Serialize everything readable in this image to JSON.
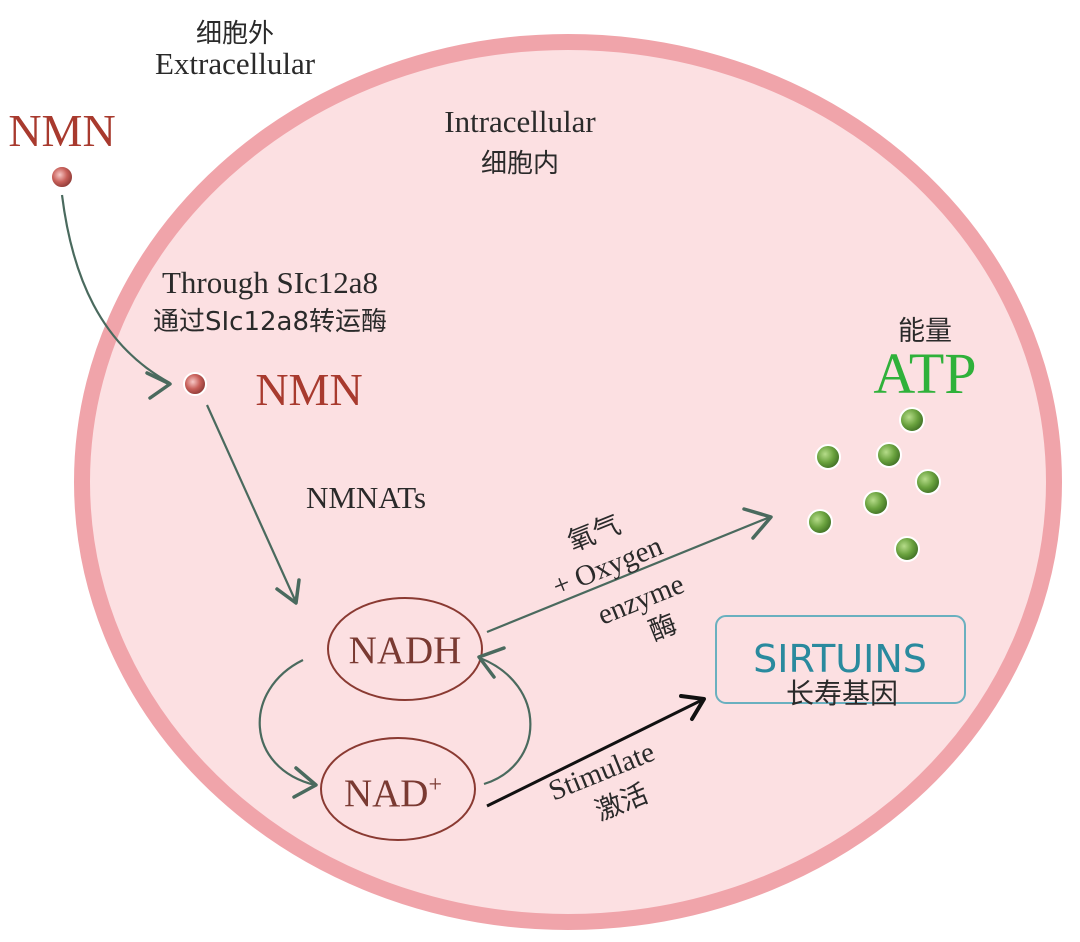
{
  "extracellular": {
    "zh": "细胞外",
    "en": "Extracellular"
  },
  "intracellular": {
    "en": "Intracellular",
    "zh": "细胞内"
  },
  "nmn_outside": "NMN",
  "nmn_inside": "NMN",
  "transport": {
    "en": "Through SIc12a8",
    "zh": "通过SIc12a8转运酶"
  },
  "nmnats": "NMNATs",
  "nadh": "NADH",
  "nad": {
    "base": "NAD",
    "sup": "+"
  },
  "oxygen": {
    "zh": "氧气",
    "en": "+ Oxygen"
  },
  "enzyme": {
    "en": "enzyme",
    "zh": "酶"
  },
  "stimulate": {
    "en": "Stimulate",
    "zh": "激活"
  },
  "energy": "能量",
  "atp": "ATP",
  "sirtuins": {
    "title": "SIRTUINS",
    "zh": "长寿基因"
  },
  "colors": {
    "cell_fill": "#fce0e2",
    "cell_border": "#f0a4aa",
    "nmn_text": "#a83a2e",
    "nad_ellipse": "#8a3a32",
    "arrow": "#4a6a5e",
    "atp_text": "#2fb13a",
    "atp_dot": "#5f9a38",
    "sirtuins_border": "#6ab0bf",
    "sirtuins_text": "#2a8a9e"
  }
}
